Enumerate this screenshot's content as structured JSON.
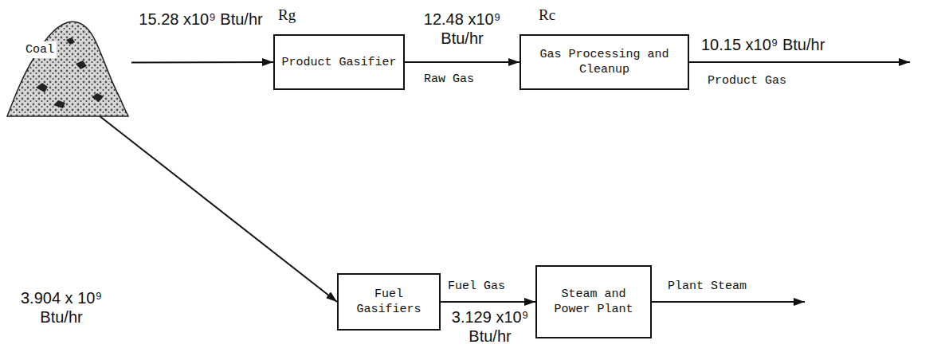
{
  "diagram": {
    "nodes": [
      {
        "text": [
          "Coal"
        ]
      },
      {
        "text": [
          "Rg",
          "Product Gasifier"
        ]
      },
      {
        "text": [
          "Rc",
          "Gas Processing and Cleanup"
        ]
      },
      {
        "text": [
          "Fuel Gasifiers"
        ]
      },
      {
        "text": [
          "Steam and Power Plant"
        ]
      }
    ],
    "edges": [
      {
        "from": 0,
        "to": 1,
        "label": "15.28 x10⁹ Btu/hr",
        "arrow": "to"
      },
      {
        "from": 1,
        "to": 2,
        "label": "12.48 x10⁹ Btu/hr",
        "arrow": "to"
      },
      {
        "from": 0,
        "to": 3,
        "arrow": "to"
      },
      {
        "from": 3,
        "to": 4,
        "label": "3.129 x10⁹ Btu/hr",
        "arrow": "to"
      }
    ],
    "labels": [
      "Raw Gas",
      "10.15 x10⁹ Btu/hr",
      "Product Gas",
      "3.904 x 10⁹ Btu/hr",
      "Fuel Gas",
      "Plant Steam"
    ]
  }
}
